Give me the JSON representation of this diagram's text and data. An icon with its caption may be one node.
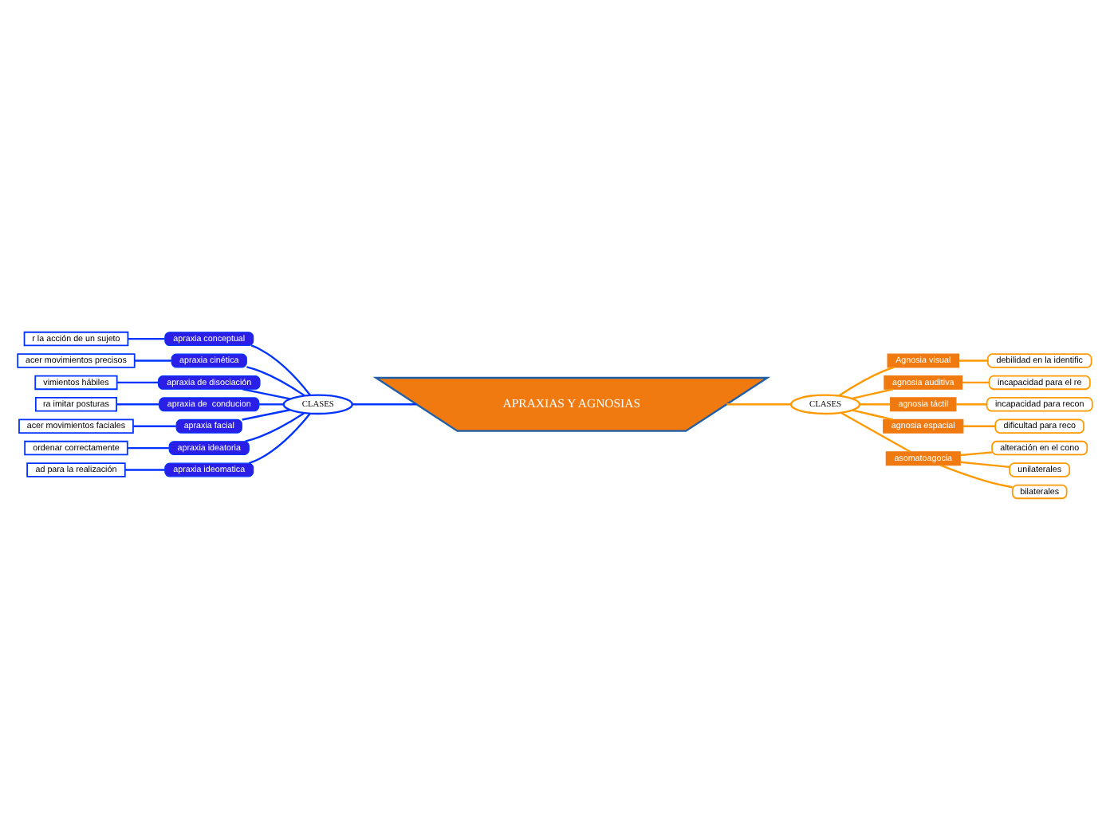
{
  "diagram": {
    "nodes": [
      {
        "text": [
          "APRAXIAS Y AGNOSIAS"
        ]
      },
      {
        "text": [
          "CLASES"
        ]
      },
      {
        "text": [
          "CLASES"
        ]
      },
      {
        "text": [
          "apraxia conceptual"
        ]
      },
      {
        "text": [
          "apraxia cinética"
        ]
      },
      {
        "text": [
          "apraxia de disociación"
        ]
      },
      {
        "text": [
          "apraxia de  conducion"
        ]
      },
      {
        "text": [
          "apraxia facial"
        ]
      },
      {
        "text": [
          "apraxia ideatoria"
        ]
      },
      {
        "text": [
          "apraxia ideomatica"
        ]
      },
      {
        "text": [
          "r la acción de un sujeto"
        ]
      },
      {
        "text": [
          "acer movimientos precisos"
        ]
      },
      {
        "text": [
          "vimientos hábiles"
        ]
      },
      {
        "text": [
          "ra imitar posturas"
        ]
      },
      {
        "text": [
          "acer movimientos faciales"
        ]
      },
      {
        "text": [
          "ordenar correctamente"
        ]
      },
      {
        "text": [
          "ad para la realización"
        ]
      },
      {
        "text": [
          "Agnosia visual"
        ]
      },
      {
        "text": [
          "agnosia auditiva"
        ]
      },
      {
        "text": [
          "agnosia táctil"
        ]
      },
      {
        "text": [
          "agnosia espacial"
        ]
      },
      {
        "text": [
          "asomatoagocia"
        ]
      },
      {
        "text": [
          "debilidad en la identific"
        ]
      },
      {
        "text": [
          "incapacidad para el re"
        ]
      },
      {
        "text": [
          "incapacidad para recon"
        ]
      },
      {
        "text": [
          "dificultad para reco"
        ]
      },
      {
        "text": [
          "alteración en el cono"
        ]
      },
      {
        "text": [
          "unilaterales"
        ]
      },
      {
        "text": [
          "bilaterales"
        ]
      }
    ],
    "edges": [
      {
        "from": 0,
        "to": 1,
        "arrow": "none"
      },
      {
        "from": 1,
        "to": 3,
        "arrow": "none"
      },
      {
        "from": 1,
        "to": 4,
        "arrow": "none"
      },
      {
        "from": 1,
        "to": 5,
        "arrow": "none"
      },
      {
        "from": 1,
        "to": 6,
        "arrow": "none"
      },
      {
        "from": 1,
        "to": 7,
        "arrow": "none"
      },
      {
        "from": 1,
        "to": 8,
        "arrow": "none"
      },
      {
        "from": 1,
        "to": 9,
        "arrow": "none"
      },
      {
        "from": 3,
        "to": 10,
        "arrow": "none"
      },
      {
        "from": 4,
        "to": 11,
        "arrow": "none"
      },
      {
        "from": 5,
        "to": 12,
        "arrow": "none"
      },
      {
        "from": 6,
        "to": 13,
        "arrow": "none"
      },
      {
        "from": 7,
        "to": 14,
        "arrow": "none"
      },
      {
        "from": 8,
        "to": 15,
        "arrow": "none"
      },
      {
        "from": 9,
        "to": 16,
        "arrow": "none"
      },
      {
        "from": 0,
        "to": 2,
        "arrow": "none",
        "color": "#ff9900"
      },
      {
        "from": 2,
        "to": 17,
        "arrow": "none",
        "color": "#ff9900"
      },
      {
        "from": 2,
        "to": 18,
        "arrow": "none",
        "color": "#ff9900"
      },
      {
        "from": 2,
        "to": 19,
        "arrow": "none",
        "color": "#ff9900"
      },
      {
        "from": 2,
        "to": 20,
        "arrow": "none",
        "color": "#ff9900"
      },
      {
        "from": 2,
        "to": 21,
        "arrow": "none",
        "color": "#ff9900"
      },
      {
        "from": 17,
        "to": 22,
        "arrow": "none",
        "color": "#ff9900"
      },
      {
        "from": 18,
        "to": 23,
        "arrow": "none",
        "color": "#ff9900"
      },
      {
        "from": 19,
        "to": 24,
        "arrow": "none",
        "color": "#ff9900"
      },
      {
        "from": 20,
        "to": 25,
        "arrow": "none",
        "color": "#ff9900"
      },
      {
        "from": 21,
        "to": 26,
        "arrow": "none",
        "color": "#ff9900"
      },
      {
        "from": 21,
        "to": 27,
        "arrow": "none",
        "color": "#ff9900"
      },
      {
        "from": 21,
        "to": 28,
        "arrow": "none",
        "color": "#ff9900"
      }
    ]
  }
}
